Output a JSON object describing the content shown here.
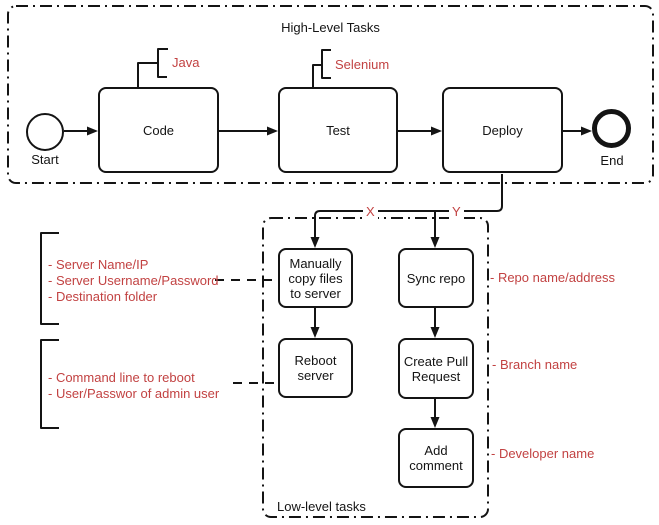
{
  "colors": {
    "accent_red": "#C24242",
    "line_black": "#141414"
  },
  "high_level": {
    "title": "High-Level Tasks",
    "start_label": "Start",
    "end_label": "End",
    "tasks": [
      {
        "label": "Code"
      },
      {
        "label": "Test"
      },
      {
        "label": "Deploy"
      }
    ],
    "annotations": [
      {
        "label": "Java"
      },
      {
        "label": "Selenium"
      }
    ]
  },
  "low_level": {
    "title": "Low-level tasks",
    "branch_labels": {
      "x": "X",
      "y": "Y"
    },
    "left_column": [
      {
        "label": "Manually copy files to server"
      },
      {
        "label": "Reboot server"
      }
    ],
    "right_column": [
      {
        "label": "Sync repo"
      },
      {
        "label": "Create Pull Request"
      },
      {
        "label": "Add comment"
      }
    ]
  },
  "side_annotations": {
    "left": [
      {
        "lines": [
          "- Server Name/IP",
          "- Server Username/Password",
          "- Destination folder"
        ]
      },
      {
        "lines": [
          "- Command line to reboot",
          "- User/Passwor of admin user"
        ]
      }
    ],
    "right": [
      {
        "label": "- Repo name/address"
      },
      {
        "label": "- Branch name"
      },
      {
        "label": "- Developer name"
      }
    ]
  }
}
